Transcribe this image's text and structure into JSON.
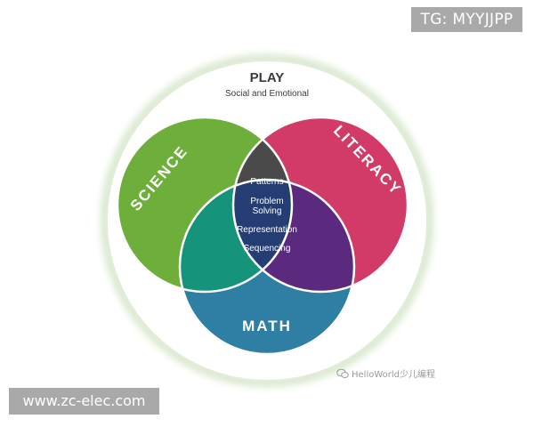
{
  "outer_circle": {
    "title": "PLAY",
    "subtitle": "Social and Emotional"
  },
  "circles": {
    "science": {
      "label": "SCIENCE",
      "color": "#6eaf3c"
    },
    "literacy": {
      "label": "LITERACY",
      "color": "#d23a67"
    },
    "math": {
      "label": "MATH",
      "color": "#2f7fa4"
    }
  },
  "overlaps": {
    "science_literacy_color": "#4a4a4a",
    "science_math_color": "#16937b",
    "literacy_math_color": "#5b2a7f",
    "center_color": "#243d73"
  },
  "center_items": [
    "Patterns",
    "Problem",
    "Solving",
    "Representation",
    "Sequencing"
  ],
  "watermarks": {
    "top_right": "TG: MYYJJPP",
    "bottom_left": "www.zc-elec.com",
    "source": "HelloWorld少儿编程"
  }
}
